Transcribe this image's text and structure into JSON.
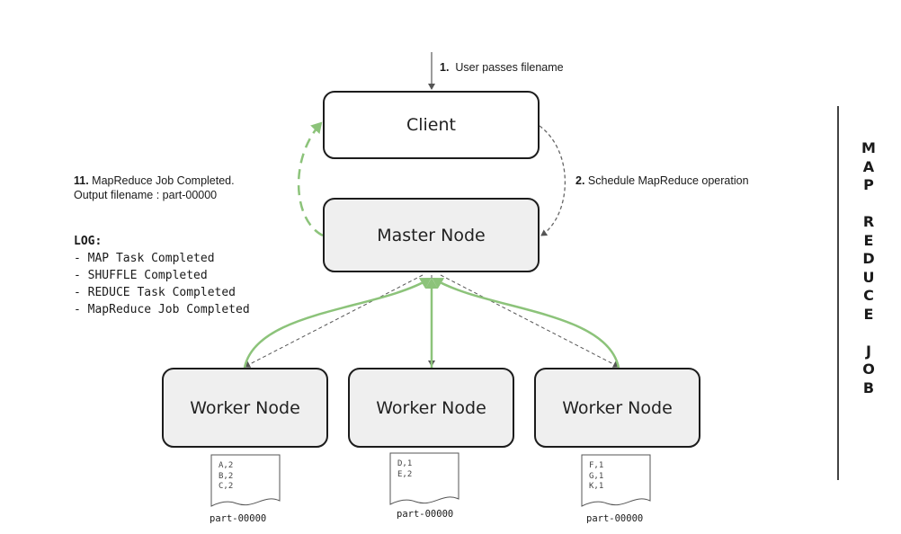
{
  "nodes": {
    "client": "Client",
    "master": "Master Node",
    "workers": [
      "Worker Node",
      "Worker Node",
      "Worker Node"
    ]
  },
  "steps": {
    "step1": {
      "number": "1.",
      "text": "User passes filename"
    },
    "step2": {
      "number": "2.",
      "text": "Schedule MapReduce operation"
    },
    "step11": {
      "number": "11.",
      "text_line1": "MapReduce Job Completed.",
      "text_line2": "Output filename : part-00000"
    }
  },
  "log": {
    "title": "LOG:",
    "lines": [
      "- MAP Task Completed",
      "- SHUFFLE Completed",
      "- REDUCE Task Completed",
      "- MapReduce Job Completed"
    ]
  },
  "files": [
    {
      "content": "A,2\nB,2\nC,2",
      "name": "part-00000"
    },
    {
      "content": "D,1\nE,2",
      "name": "part-00000"
    },
    {
      "content": "F,1\nG,1\nK,1",
      "name": "part-00000"
    }
  ],
  "side_title": [
    "M",
    "A",
    "P",
    "",
    "R",
    "E",
    "D",
    "U",
    "C",
    "E",
    "",
    "J",
    "O",
    "B"
  ],
  "colors": {
    "completed_arrow": "#8cc37a",
    "dashed_arrow": "#555555",
    "node_fill": "#efefef",
    "border": "#1c1c1c"
  }
}
